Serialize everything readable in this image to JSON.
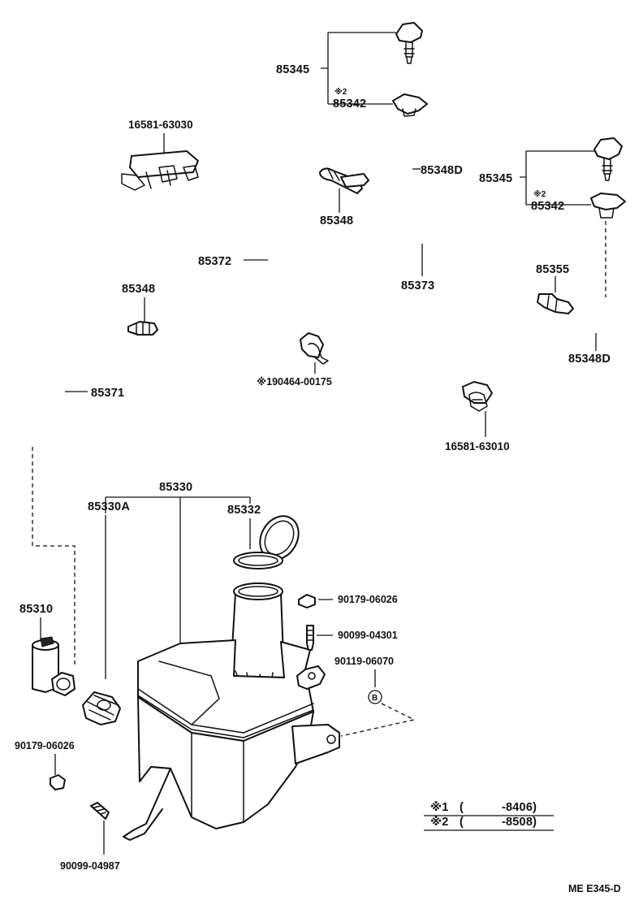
{
  "labels": {
    "p85345_a": "85345",
    "p85342_a": "85342",
    "p85342_a_mark": "※2",
    "p16581_63030": "16581-63030",
    "p85348D_a": "85348D",
    "p85345_b": "85345",
    "p85342_b": "85342",
    "p85342_b_mark": "※2",
    "p85348_a": "85348",
    "p85372": "85372",
    "p85373": "85373",
    "p85355": "85355",
    "p85348_b": "85348",
    "p85348D_b": "85348D",
    "p85371": "85371",
    "p190464": "※190464-00175",
    "p16581_63010": "16581-63010",
    "p85330": "85330",
    "p85330A": "85330A",
    "p85332": "85332",
    "p90179_a": "90179-06026",
    "p90099_a": "90099-04301",
    "p90119": "90119-06070",
    "p85310": "85310",
    "p90179_b": "90179-06026",
    "p90099_b": "90099-04987",
    "circle_b": "B"
  },
  "notes": {
    "note1_mark": "※1",
    "note1_open": "(",
    "note1_value": "-8406)",
    "note2_mark": "※2",
    "note2_open": "(",
    "note2_value": "-8508)"
  },
  "footer": {
    "code": "ME E345-D"
  }
}
